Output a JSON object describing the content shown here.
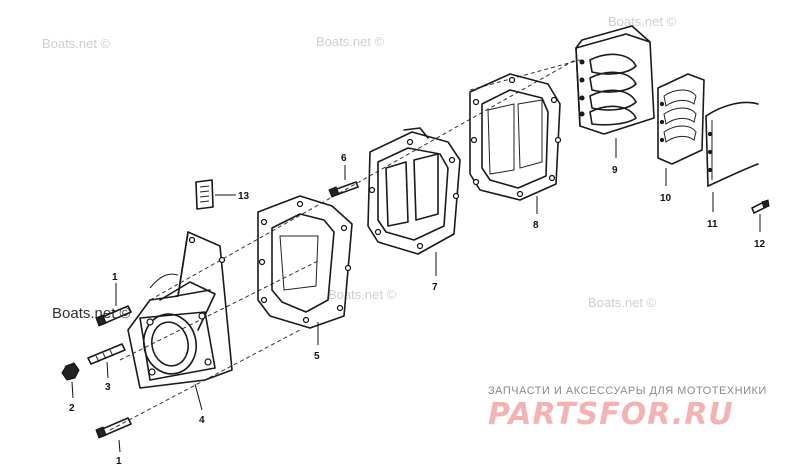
{
  "watermarks": [
    "Boats.net ©",
    "Boats.net ©",
    "Boats.net ©",
    "Boats.net ©",
    "Boats.net ©",
    "Boats.net ©"
  ],
  "callouts": [
    "1",
    "2",
    "3",
    "1",
    "4",
    "5",
    "6",
    "7",
    "8",
    "9",
    "10",
    "11",
    "12",
    "13"
  ],
  "brand": {
    "caption": "ЗАПЧАСТИ И АКСЕССУАРЫ ДЛЯ МОТОТЕХНИКИ",
    "logo": "PARTSFOR.RU",
    "logo_color": "#f3b3b3"
  }
}
